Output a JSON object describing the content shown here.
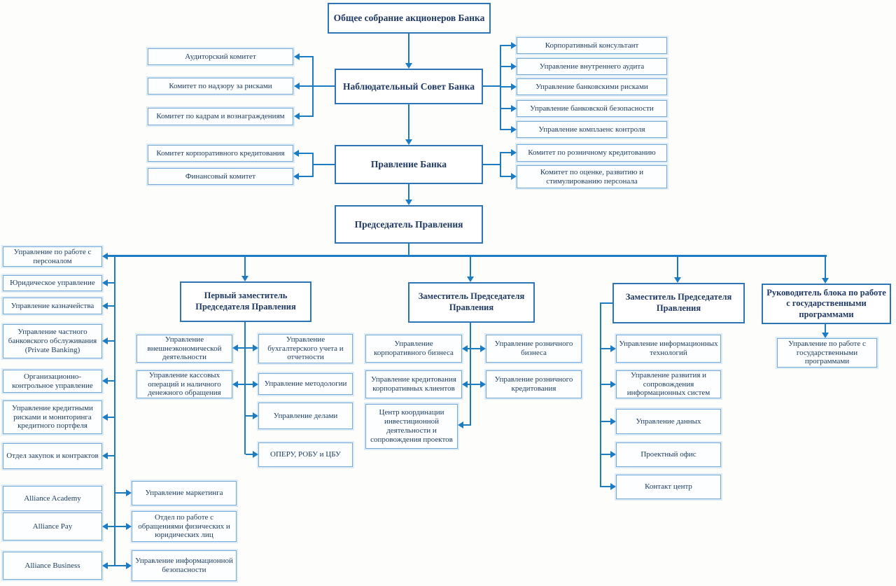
{
  "colors": {
    "accent_border": "#2e75b6",
    "connector_line": "#1b7cc4",
    "title_text": "#1f3864",
    "body_text": "#1c3c60",
    "small_box_border": "#74a9d8",
    "small_box_outer": "#ddebf7"
  },
  "org": {
    "general_meeting": "Общее собрание акционеров Банка",
    "supervisory_board": {
      "title": "Наблюдательный Совет Банка",
      "committees": [
        "Аудиторский комитет",
        "Комитет по надзору за рисками",
        "Комитет по кадрам и вознаграждениям"
      ],
      "units": [
        "Корпоративный консультант",
        "Управление внутреннего аудита",
        "Управление банковскими рисками",
        "Управление банковской безопасности",
        "Управление комплаенс контроля"
      ]
    },
    "management_board": {
      "title": "Правление Банка",
      "committees_left": [
        "Комитет корпоративного кредитования",
        "Финансовый комитет"
      ],
      "committees_right": [
        "Комитет по розничному кредитованию",
        "Комитет по оценке, развитию и стимулированию персонала"
      ]
    },
    "chairman": {
      "title": "Председатель Правления"
    },
    "chairman_units_col1": [
      "Управление по работе с персоналом",
      "Юридическое управление",
      "Управление казначейства",
      "Управление частного банковского обслуживания (Private Banking)",
      "Организационно-контрольное управление",
      "Управление кредитными рисками и мониторинга кредитного портфеля",
      "Отдел закупок и контрактов",
      "Alliance Academy",
      "Alliance Pay",
      "Alliance Business"
    ],
    "chairman_units_col2": [
      "Управление маркетинга",
      "Отдел по работе с обращениями физических и юридических лиц",
      "Управление информационной безопасности"
    ],
    "first_deputy": {
      "title": "Первый заместитель Председателя Правления",
      "units_left": [
        "Управление внешнеэкономической деятельности",
        "Управление кассовых операций и наличного денежного обращения"
      ],
      "units_right": [
        "Управление бухгалтерского учета и отчетности",
        "Управление методологии",
        "Управление делами",
        "ОПЕРУ, РОБУ и ЦБУ"
      ]
    },
    "deputy_business": {
      "title": "Заместитель Председателя Правления",
      "units_left": [
        "Управление корпоративного бизнеса",
        "Управление кредитования корпоративных клиентов",
        "Центр координации инвестиционной деятельности и сопровождения проектов"
      ],
      "units_right": [
        "Управление розничного бизнеса",
        "Управление розничного кредитования"
      ]
    },
    "deputy_it": {
      "title": "Заместитель Председателя Правления",
      "units": [
        "Управление информационных технологий",
        "Управление развития и сопровождения информационных систем",
        "Управление данных",
        "Проектный офис",
        "Контакт центр"
      ]
    },
    "gov_programs_head": {
      "title": "Руководитель блока по работе с государственными программами",
      "units": [
        "Управление по работе с государственными программами"
      ]
    }
  }
}
